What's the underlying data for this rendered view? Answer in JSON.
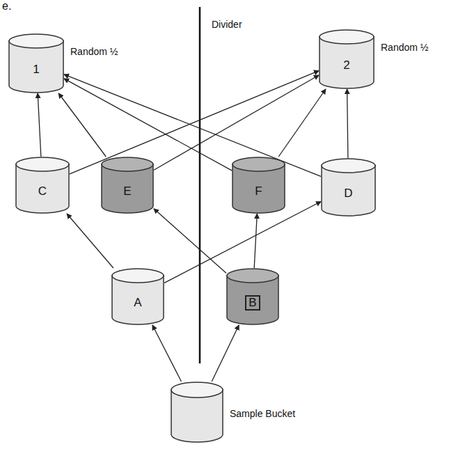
{
  "diagram": {
    "nodes": [
      {
        "text": [
          "1",
          "Random ½"
        ]
      },
      {
        "text": [
          "2",
          "Random ½"
        ]
      },
      {
        "text": [
          "C"
        ]
      },
      {
        "text": [
          "E"
        ]
      },
      {
        "text": [
          "F"
        ]
      },
      {
        "text": [
          "D"
        ]
      },
      {
        "text": [
          "A"
        ]
      },
      {
        "text": [
          "B"
        ]
      },
      {
        "text": [
          "Sample Bucket"
        ]
      }
    ],
    "edges": [
      {
        "from": 8,
        "to": 6,
        "arrow": "to"
      },
      {
        "from": 8,
        "to": 7,
        "arrow": "to"
      },
      {
        "from": 6,
        "to": 2,
        "arrow": "to"
      },
      {
        "from": 6,
        "to": 5,
        "arrow": "to"
      },
      {
        "from": 7,
        "to": 3,
        "arrow": "to"
      },
      {
        "from": 7,
        "to": 4,
        "arrow": "to"
      },
      {
        "from": 2,
        "to": 0,
        "arrow": "to"
      },
      {
        "from": 2,
        "to": 1,
        "arrow": "to"
      },
      {
        "from": 3,
        "to": 0,
        "arrow": "to"
      },
      {
        "from": 3,
        "to": 1,
        "arrow": "to"
      },
      {
        "from": 4,
        "to": 0,
        "arrow": "to"
      },
      {
        "from": 4,
        "to": 1,
        "arrow": "to"
      },
      {
        "from": 5,
        "to": 0,
        "arrow": "to"
      },
      {
        "from": 5,
        "to": 1,
        "arrow": "to"
      }
    ],
    "labels": [
      "e.",
      "Divider"
    ]
  }
}
